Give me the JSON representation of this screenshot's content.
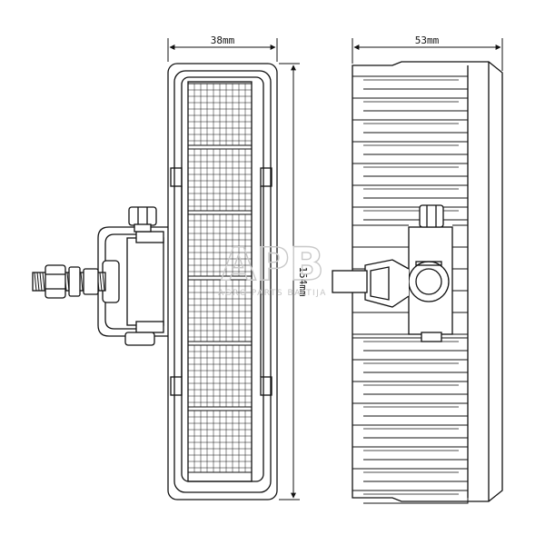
{
  "dimensions": {
    "front_width": "38mm",
    "side_width": "53mm",
    "height": "154mm"
  },
  "watermark": {
    "logo": "APB",
    "tagline": "AGRO PARTS BALTIJA"
  },
  "colors": {
    "line": "#111111",
    "watermark": "#c9c9c9",
    "background": "#ffffff"
  }
}
